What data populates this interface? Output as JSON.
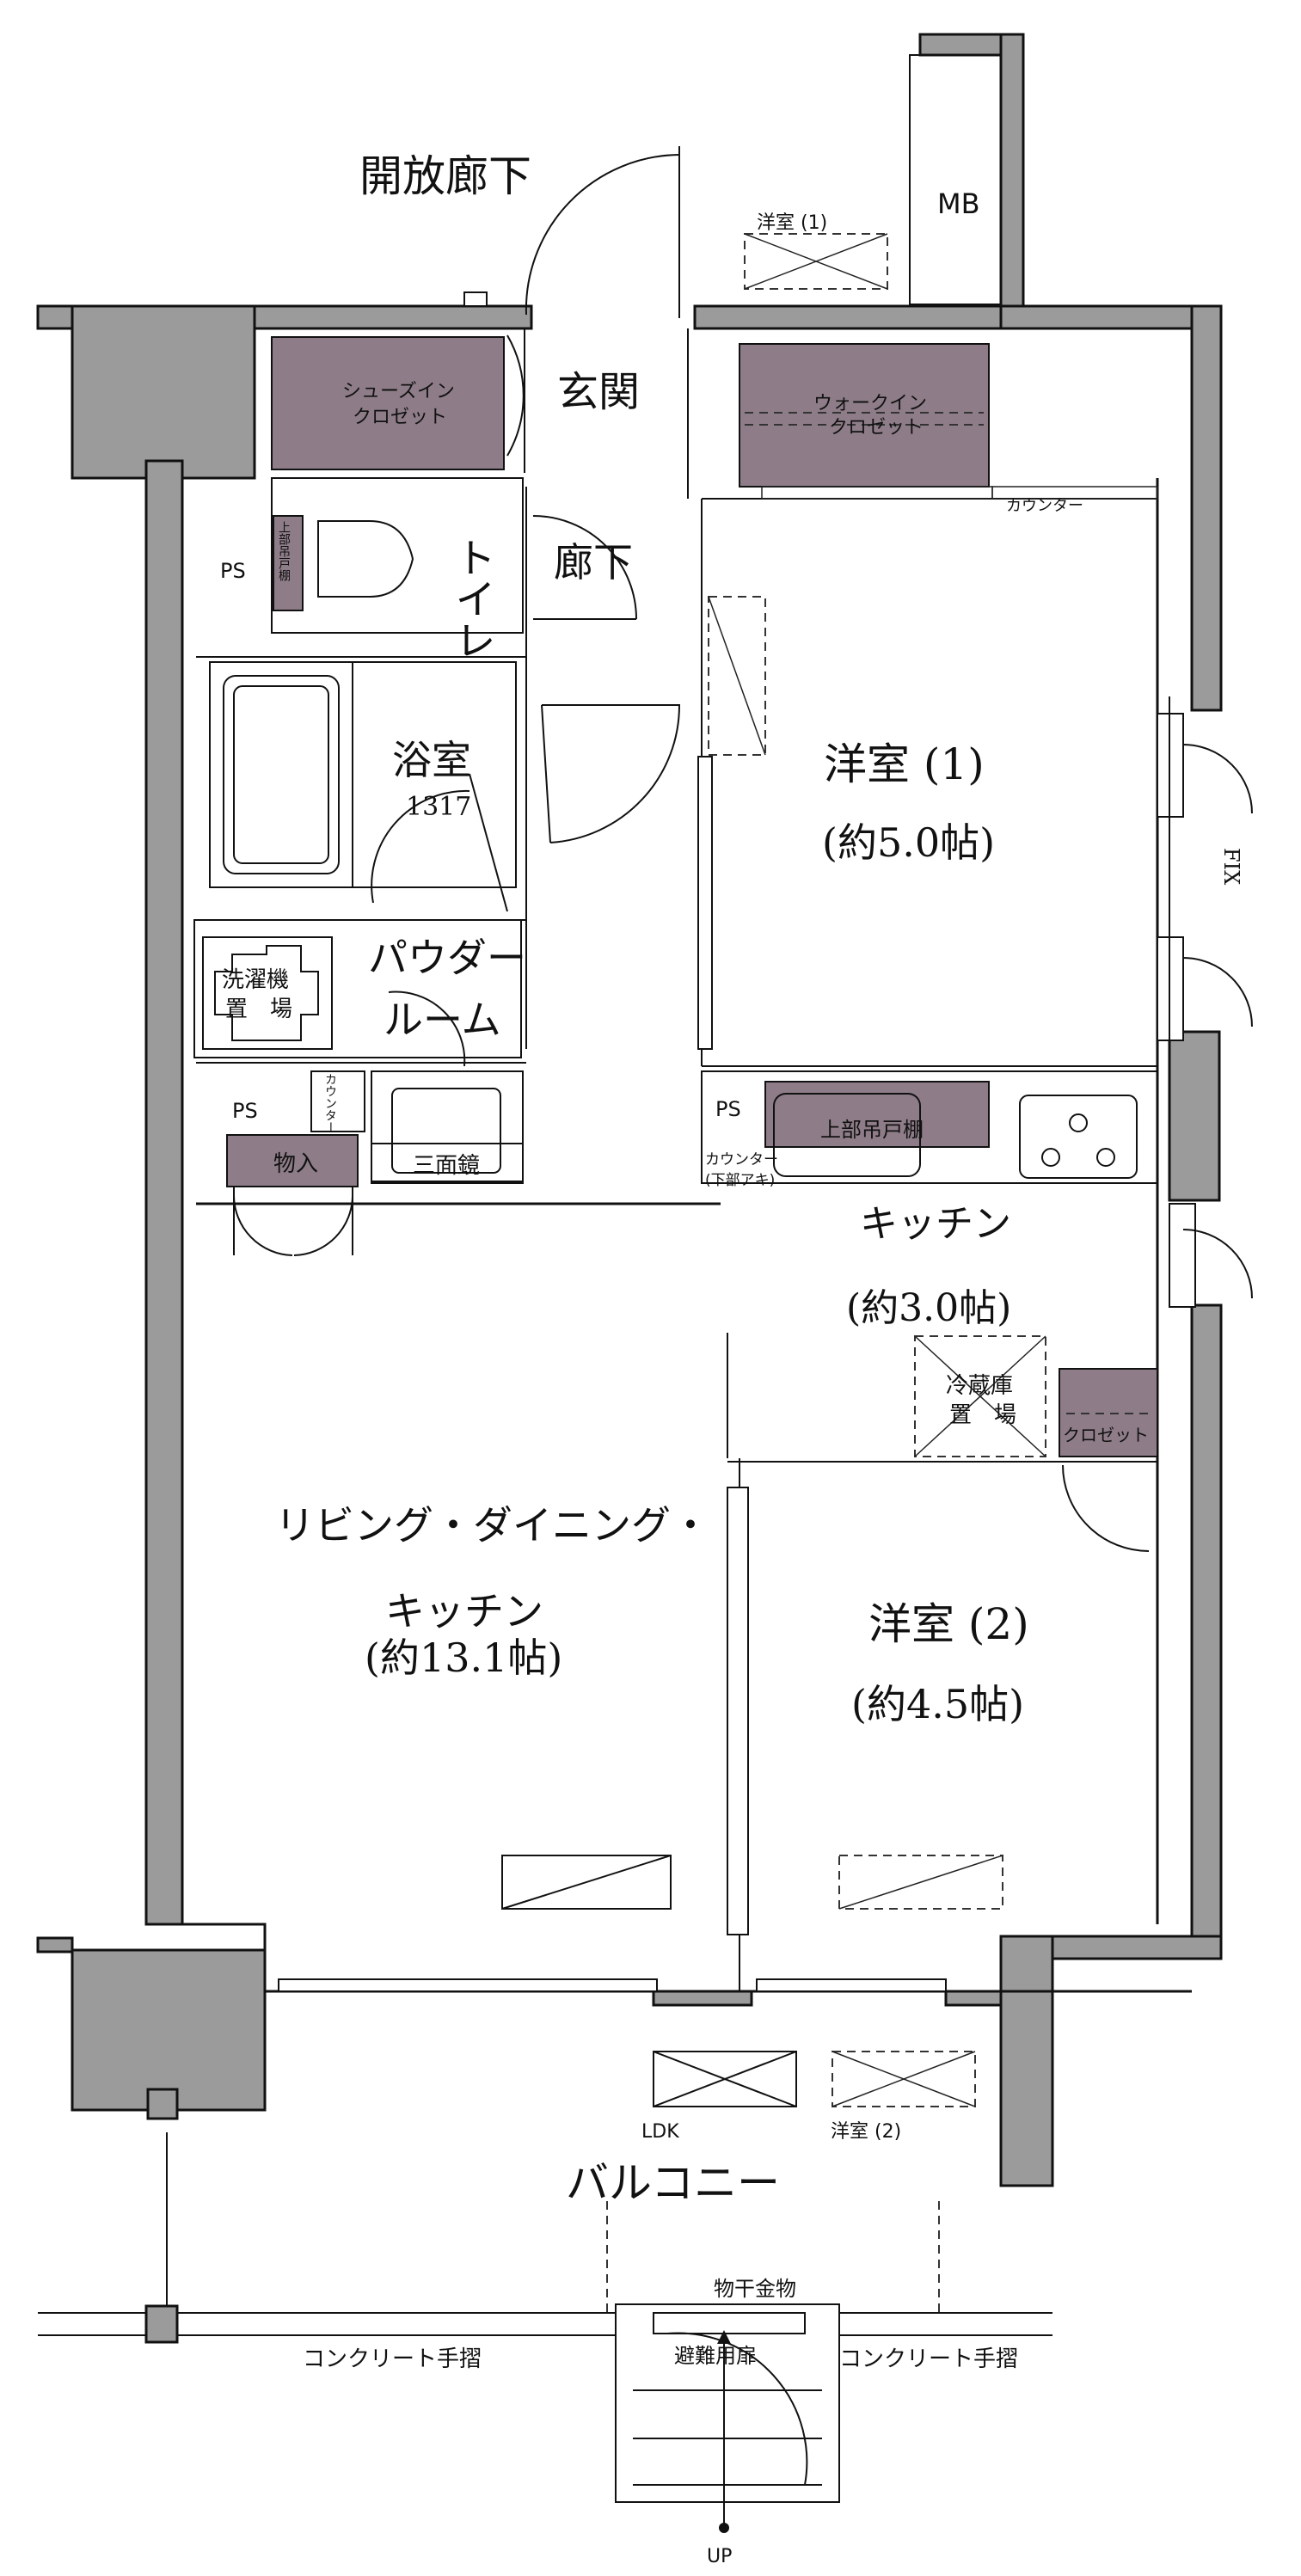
{
  "labels": {
    "open_corridor": "開放廊下",
    "mb": "MB",
    "meter_room1": "洋室 (1)",
    "shoes_closet_1": "シューズイン",
    "shoes_closet_2": "クロゼット",
    "entrance": "玄関",
    "walkin_1": "ウォークイン",
    "walkin_2": "クロゼット",
    "counter_top": "カウンター",
    "toilet": "トイレ",
    "hallway": "廊下",
    "ps_left": "PS",
    "upper_cabinet_left": "上部吊戸棚",
    "bath": "浴室",
    "bath_size": "1317",
    "room1_name": "洋室 (1)",
    "room1_size": "(約5.0帖)",
    "fix": "FIX",
    "washer_1": "洗濯機",
    "washer_2": "置　場",
    "powder_1": "パウダー",
    "powder_2": "ルーム",
    "counter_small": "カウンター",
    "ps_lower": "PS",
    "ps_kitchen": "PS",
    "upper_cabinet_kitchen": "上部吊戸棚",
    "counter_kitchen_1": "カウンター",
    "counter_kitchen_2": "(下部アキ)",
    "storage": "物入",
    "triple_mirror": "三面鏡",
    "kitchen_name": "キッチン",
    "kitchen_size": "(約3.0帖)",
    "fridge_1": "冷蔵庫",
    "fridge_2": "置　場",
    "closet": "クロゼット",
    "ldk_1": "リビング・ダイニング・",
    "ldk_2": "キッチン",
    "ldk_3": "(約13.1帖)",
    "room2_name": "洋室 (2)",
    "room2_size": "(約4.5帖)",
    "meter_ldk": "LDK",
    "meter_room2": "洋室 (2)",
    "balcony": "バルコニー",
    "clothes_hanger": "物干金物",
    "rail_left": "コンクリート手摺",
    "rail_right": "コンクリート手摺",
    "escape_door": "避難用扉",
    "up": "UP"
  }
}
